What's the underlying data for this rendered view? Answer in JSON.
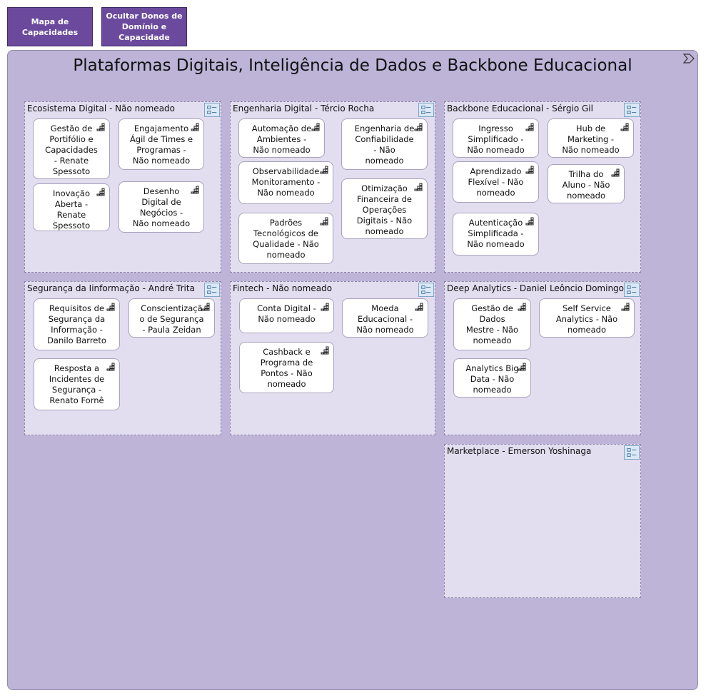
{
  "buttons": {
    "capability_map": "Mapa de\nCapacidades",
    "hide_owners": "Ocultar Donos de\nDomínio e\nCapacidade"
  },
  "colors": {
    "button_bg": "#6b4a9e",
    "frame_bg": "#bdb4d8",
    "domain_bg": "#e2ddef",
    "capability_bg": "#ffffff"
  },
  "icons": {
    "frame": "chevron-right-icon",
    "domain": "domain-detail-icon",
    "capability": "capability-hierarchy-icon"
  },
  "frame": {
    "title": "Plataformas Digitais, Inteligência de Dados e Backbone Educacional"
  },
  "domains": [
    {
      "title": "Ecosistema Digital - Não nomeado",
      "capabilities": [
        "Gestão de\nPortifólio e\nCapacidades\n- Renate\nSpessoto",
        "Engajamento\nÁgil de Times e\nProgramas -\nNão nomeado",
        "Inovação\nAberta -\nRenate\nSpessoto",
        "Desenho\nDigital de\nNegócios -\nNão nomeado"
      ]
    },
    {
      "title": "Engenharia Digital - Tércio Rocha",
      "capabilities": [
        "Automação de\nAmbientes -\nNão nomeado",
        "Engenharia de\nConfiabilidade\n- Não\nnomeado",
        "Observabilidade\nMonitoramento -\nNão nomeado",
        "Otimização\nFinanceira de\nOperações\nDigitais - Não\nnomeado",
        "Padrões\nTecnológicos de\nQualidade - Não\nnomeado"
      ]
    },
    {
      "title": "Backbone Educacional - Sérgio Gil",
      "capabilities": [
        "Ingresso\nSimplificado -\nNão nomeado",
        "Hub de\nMarketing -\nNão nomeado",
        "Aprendizado\nFlexível - Não\nnomeado",
        "Trilha do\nAluno - Não\nnomeado",
        "Autenticação\nSimplificada -\nNão nomeado"
      ]
    },
    {
      "title": "Segurança da Iinformação - André Trita",
      "capabilities": [
        "Requisitos de\nSegurança da\nInformação -\nDanilo Barreto",
        "Conscientizaçã\no de Segurança\n- Paula Zeidan",
        "Resposta a\nIncidentes de\nSegurança -\nRenato Fornê"
      ]
    },
    {
      "title": "Fintech - Não nomeado",
      "capabilities": [
        "Conta Digital -\nNão nomeado",
        "Moeda\nEducacional -\nNão nomeado",
        "Cashback e\nPrograma de\nPontos - Não\nnomeado"
      ]
    },
    {
      "title": "Deep Analytics - Daniel Leôncio Domingos",
      "capabilities": [
        "Gestão de\nDados\nMestre - Não\nnomeado",
        "Self Service\nAnalytics - Não\nnomeado",
        "Analytics Big\nData - Não\nnomeado"
      ]
    },
    {
      "title": "Marketplace - Emerson Yoshinaga",
      "capabilities": []
    }
  ]
}
